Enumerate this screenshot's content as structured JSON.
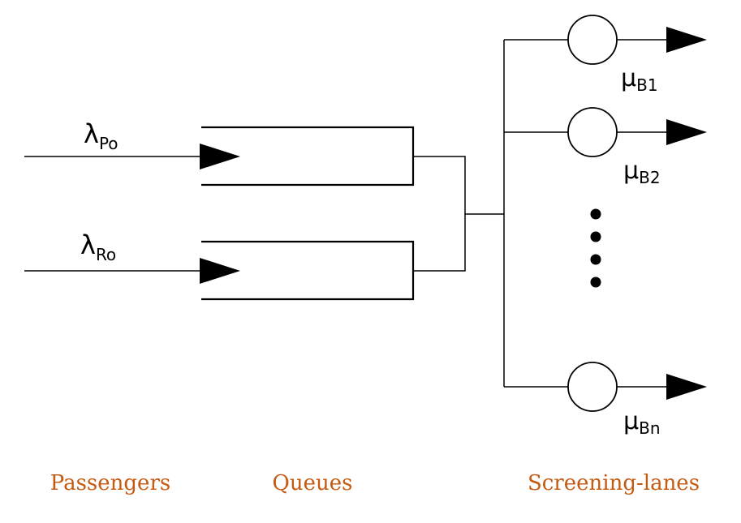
{
  "arrivals": {
    "passengers_regular": {
      "symbol": "λ",
      "subscript": "Po"
    },
    "passengers_other": {
      "symbol": "λ",
      "subscript": "Ro"
    }
  },
  "servers": [
    {
      "symbol": "μ",
      "subscript": "B1"
    },
    {
      "symbol": "μ",
      "subscript": "B2"
    },
    {
      "symbol": "μ",
      "subscript": "Bn"
    }
  ],
  "captions": {
    "passengers": "Passengers",
    "queues": "Queues",
    "screening_lanes": "Screening-lanes"
  },
  "colors": {
    "caption": "#c55a11",
    "line": "#000000"
  }
}
